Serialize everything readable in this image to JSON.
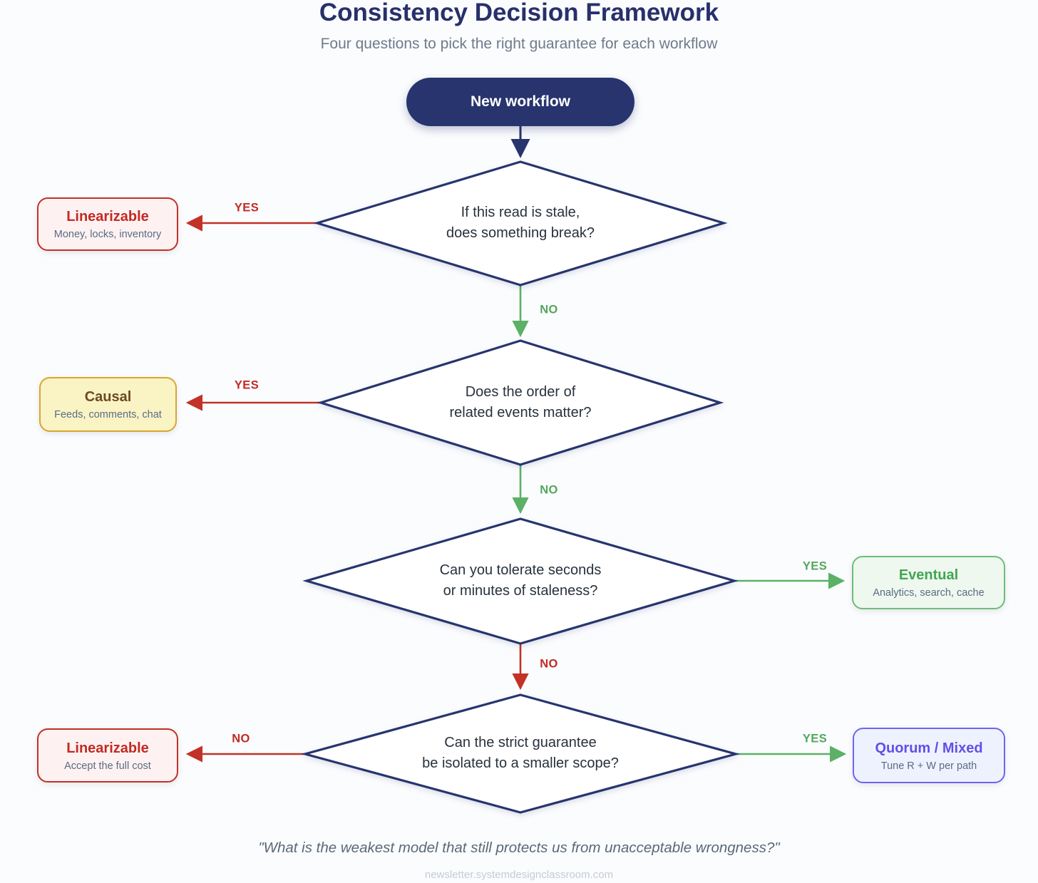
{
  "title": "Consistency Decision Framework",
  "subtitle": "Four questions to pick the right guarantee for each workflow",
  "start": {
    "label": "New workflow"
  },
  "questions": [
    {
      "lines": [
        "If this read is stale,",
        "does something break?"
      ]
    },
    {
      "lines": [
        "Does the order of",
        "related events matter?"
      ]
    },
    {
      "lines": [
        "Can you tolerate seconds",
        "or minutes of staleness?"
      ]
    },
    {
      "lines": [
        "Can the strict guarantee",
        "be isolated to a smaller scope?"
      ]
    }
  ],
  "outcomes": [
    {
      "title": "Linearizable",
      "subtitle": "Money, locks, inventory",
      "theme": "red"
    },
    {
      "title": "Causal",
      "subtitle": "Feeds, comments, chat",
      "theme": "yellow"
    },
    {
      "title": "Eventual",
      "subtitle": "Analytics, search, cache",
      "theme": "green"
    },
    {
      "title": "Quorum / Mixed",
      "subtitle": "Tune R + W per path",
      "theme": "purple"
    },
    {
      "title": "Linearizable",
      "subtitle": "Accept the full cost",
      "theme": "red"
    }
  ],
  "edge_labels": [
    {
      "id": "q1-yes",
      "label": "YES"
    },
    {
      "id": "q1-no",
      "label": "NO"
    },
    {
      "id": "q2-yes",
      "label": "YES"
    },
    {
      "id": "q2-no",
      "label": "NO"
    },
    {
      "id": "q3-yes",
      "label": "YES"
    },
    {
      "id": "q3-no",
      "label": "NO"
    },
    {
      "id": "q4-no",
      "label": "NO"
    },
    {
      "id": "q4-yes",
      "label": "YES"
    }
  ],
  "quote": "\"What is the weakest model that still protects us from unacceptable wrongness?\"",
  "footer": "newsletter.systemdesignclassroom.com",
  "colors": {
    "navy": "#27346e",
    "red": "#c23227",
    "green": "#5cb166",
    "amber_border": "#d8a62f",
    "brown_text": "#6e4a1f",
    "green_text": "#43a551",
    "purple_border": "#6e65f2",
    "purple_text": "#5f50e6",
    "slate_subtext": "#5a6b85"
  }
}
